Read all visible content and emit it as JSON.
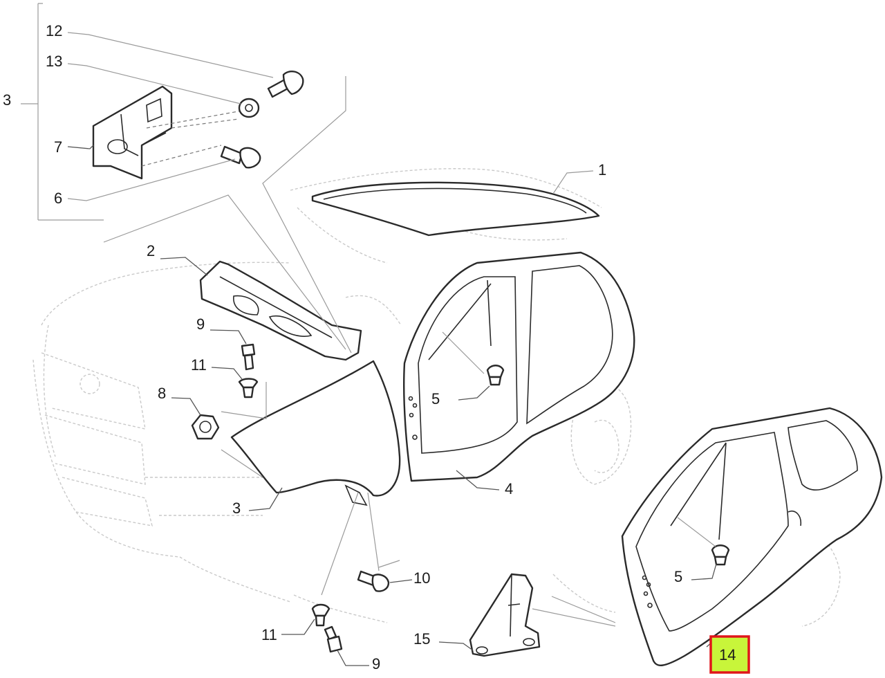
{
  "callouts": [
    {
      "id": "c12",
      "label": "12"
    },
    {
      "id": "c13",
      "label": "13"
    },
    {
      "id": "c3a",
      "label": "3"
    },
    {
      "id": "c7",
      "label": "7"
    },
    {
      "id": "c6",
      "label": "6"
    },
    {
      "id": "c1",
      "label": "1"
    },
    {
      "id": "c2",
      "label": "2"
    },
    {
      "id": "c9a",
      "label": "9"
    },
    {
      "id": "c11a",
      "label": "11"
    },
    {
      "id": "c8",
      "label": "8"
    },
    {
      "id": "c5a",
      "label": "5"
    },
    {
      "id": "c4",
      "label": "4"
    },
    {
      "id": "c3b",
      "label": "3"
    },
    {
      "id": "c5b",
      "label": "5"
    },
    {
      "id": "c10",
      "label": "10"
    },
    {
      "id": "c11b",
      "label": "11"
    },
    {
      "id": "c15",
      "label": "15"
    },
    {
      "id": "c9b",
      "label": "9"
    },
    {
      "id": "c14",
      "label": "14"
    }
  ],
  "highlight": {
    "label": "14",
    "fill": "#c8f53a",
    "border": "#e0161b"
  },
  "colors": {
    "line": "#2a2a2a",
    "ghost": "#c9c9c9",
    "leader": "#555555"
  }
}
